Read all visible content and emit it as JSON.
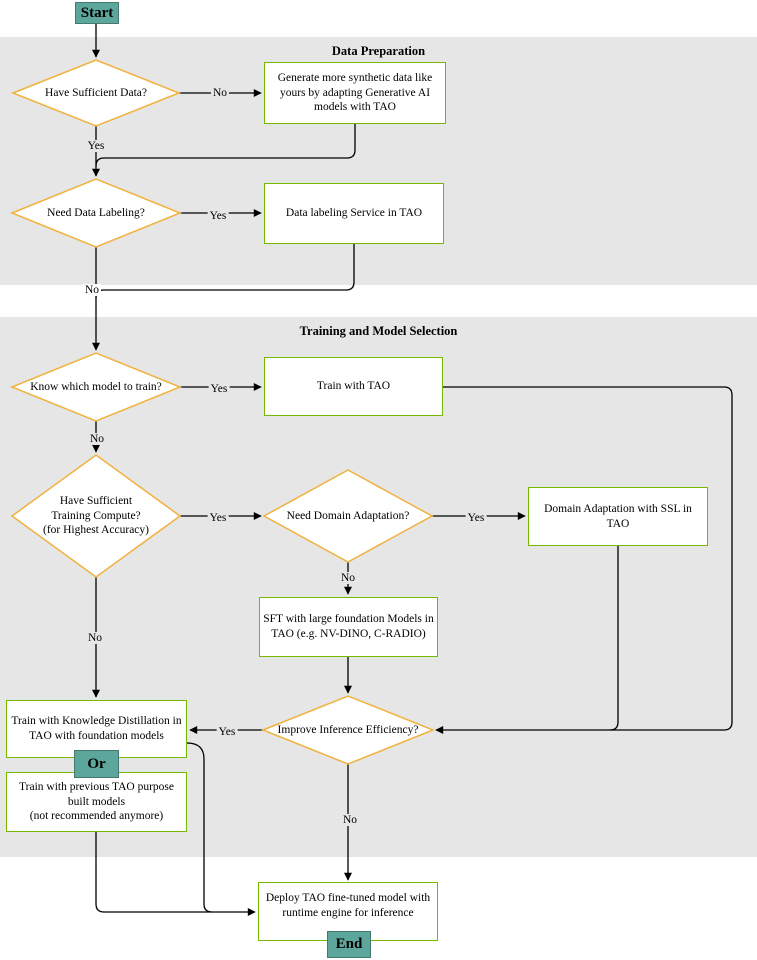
{
  "colors": {
    "region_bg": "#e6e6e6",
    "process_border_green": "#76b900",
    "decision_border_gold": "#f0b23c",
    "terminal_teal": "#5da69b",
    "line_black": "#000000"
  },
  "sections": {
    "data_preparation": {
      "title": "Data Preparation"
    },
    "training": {
      "title": "Training and Model Selection"
    }
  },
  "terminals": {
    "start": "Start",
    "end": "End",
    "or": "Or"
  },
  "decisions": [
    {
      "id": "have-sufficient-data",
      "label": "Have Sufficient Data?"
    },
    {
      "id": "need-data-labeling",
      "label": "Need Data Labeling?"
    },
    {
      "id": "know-which-model-to-train",
      "label": "Know which model to train?"
    },
    {
      "id": "have-sufficient-training-compute",
      "label": "Have Sufficient\nTraining Compute?\n(for Highest Accuracy)"
    },
    {
      "id": "need-domain-adaptation",
      "label": "Need Domain Adaptation?"
    },
    {
      "id": "improve-inference-efficiency",
      "label": "Improve Inference Efficiency?"
    }
  ],
  "processes": [
    {
      "id": "generate-synthetic-data",
      "label": "Generate more synthetic data like\nyours by adapting Generative AI\nmodels with TAO"
    },
    {
      "id": "data-labeling-service",
      "label": "Data labeling Service in TAO"
    },
    {
      "id": "train-with-tao",
      "label": "Train with TAO"
    },
    {
      "id": "domain-adaptation-ssl",
      "label": "Domain Adaptation with SSL in\nTAO"
    },
    {
      "id": "sft-foundation-models",
      "label": "SFT with large foundation Models in\nTAO (e.g. NV-DINO, C-RADIO)"
    },
    {
      "id": "train-knowledge-distillation",
      "label": "Train with Knowledge Distillation in\nTAO with foundation models"
    },
    {
      "id": "train-previous-tao-models",
      "label": "Train with previous TAO purpose\nbuilt models\n(not recommended anymore)"
    },
    {
      "id": "deploy-tao-model",
      "label": "Deploy TAO fine-tuned model with\nruntime engine for inference"
    }
  ],
  "edge_labels": {
    "sufficient_data_no": "No",
    "sufficient_data_yes": "Yes",
    "need_labeling_yes": "Yes",
    "need_labeling_no": "No",
    "know_model_yes": "Yes",
    "know_model_no": "No",
    "compute_yes": "Yes",
    "compute_no": "No",
    "domain_adaptation_yes": "Yes",
    "domain_adaptation_no": "No",
    "efficiency_yes": "Yes",
    "efficiency_no": "No"
  }
}
